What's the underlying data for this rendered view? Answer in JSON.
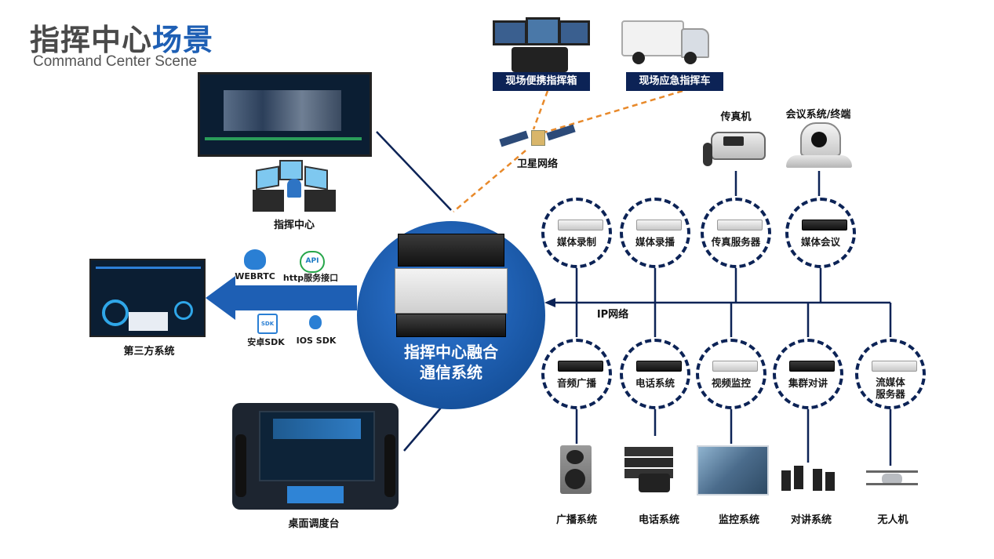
{
  "title": {
    "part1": "指挥中心",
    "part2": "场景",
    "subtitle": "Command Center Scene"
  },
  "colors": {
    "navy": "#0c2356",
    "accent_blue": "#1e5fb4",
    "center_blue": "#1a5db3",
    "satellite_link": "#e8892a"
  },
  "top": {
    "portable_box": "现场便携指挥箱",
    "vehicle": "现场应急指挥车",
    "satellite": "卫星网络"
  },
  "left": {
    "command_center": "指挥中心",
    "third_party": "第三方系统",
    "desk_console": "桌面调度台"
  },
  "interfaces": {
    "webrtc": "WEBRTC",
    "http": "http服务接口",
    "android": "安卓SDK",
    "ios": "IOS SDK",
    "api_badge": "API",
    "sdk_badge": "SDK"
  },
  "center": {
    "line1": "指挥中心融合",
    "line2": "通信系统"
  },
  "network": {
    "ip": "IP网络"
  },
  "top_devices": {
    "fax": "传真机",
    "conference": "会议系统/终端"
  },
  "upper_nodes": [
    "媒体录制",
    "媒体录播",
    "传真服务器",
    "媒体会议"
  ],
  "lower_nodes": [
    "音频广播",
    "电话系统",
    "视频监控",
    "集群对讲",
    "流媒体服务器"
  ],
  "bottom_devices": [
    "广播系统",
    "电话系统",
    "监控系统",
    "对讲系统",
    "无人机"
  ]
}
